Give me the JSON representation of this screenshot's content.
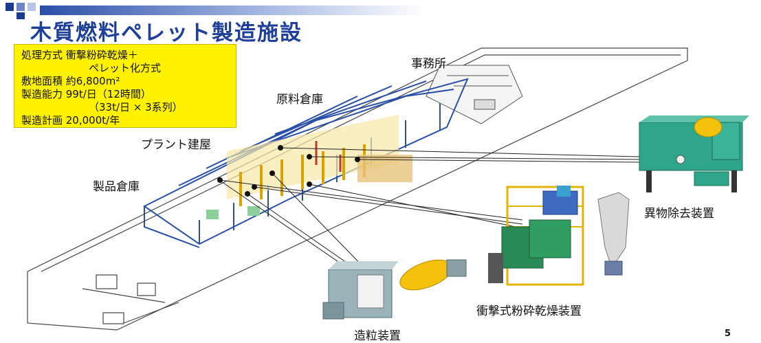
{
  "title": "木質燃料ペレット製造施設",
  "spec": {
    "line1": "処理方式 衝撃粉砕乾燥＋",
    "line2": "ペレット化方式",
    "line3": "敷地面積 約6,800m²",
    "line4": "製造能力 99t/日（12時間）",
    "line5": "（33t/日 × 3系列）",
    "line6": "製造計画 20,000t/年"
  },
  "labels": {
    "office": "事務所",
    "raw_storage": "原料倉庫",
    "plant": "プラント建屋",
    "product_storage": "製品倉庫",
    "foreign_removal": "異物除去装置",
    "crusher_dryer": "衝撃式粉砕乾燥装置",
    "pelletizer": "造粒装置"
  },
  "page_number": "5",
  "colors": {
    "title": "#1e3f9a",
    "spec_bg": "#fff200",
    "frame": "#2a4fa6",
    "machine_green": "#2fa07a",
    "machine_yellow": "#f4c20d"
  }
}
